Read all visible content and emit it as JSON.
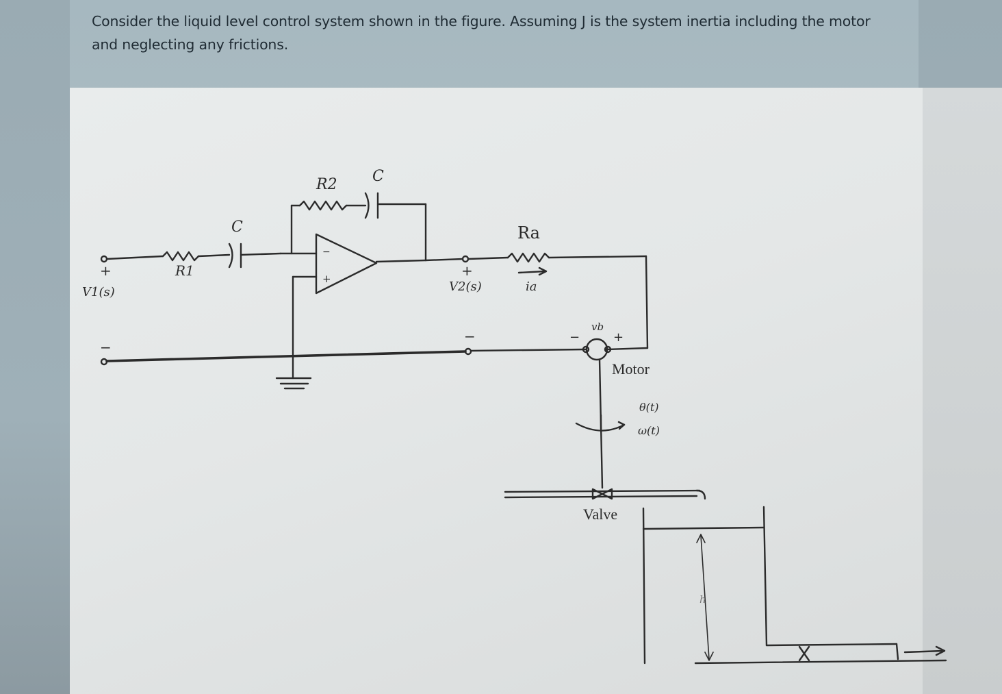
{
  "question": {
    "text": "Consider the liquid level control system shown in the figure. Assuming J is the system inertia including the motor and neglecting any frictions."
  },
  "diagram": {
    "labels": {
      "v1": "V1(s)",
      "v2": "V2(s)",
      "r1": "R1",
      "c_input": "C",
      "r2": "R2",
      "c_feedback": "C",
      "ra": "Ra",
      "ia": "ia",
      "vb": "vb",
      "motor": "Motor",
      "theta": "θ(t)",
      "omega": "ω(t)",
      "valve": "Valve",
      "h": "h",
      "plus": "+",
      "minus": "−"
    }
  }
}
